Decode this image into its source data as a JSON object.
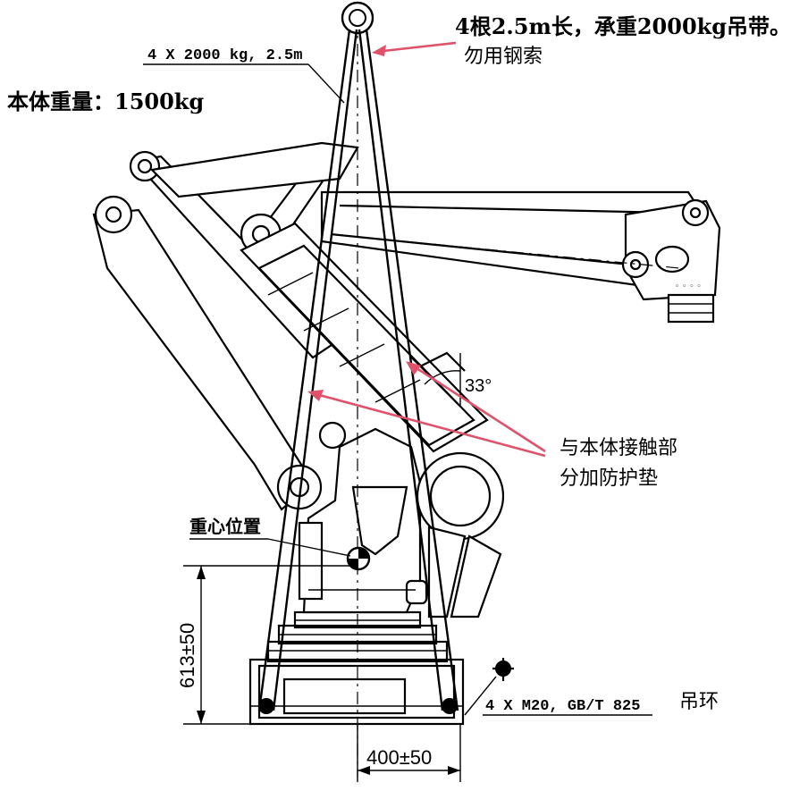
{
  "annotations": {
    "sling_note_line1": "4根2.5m长，承重2000kg吊带。",
    "sling_note_line2": "勿用钢索",
    "sling_label": "4 X 2000 kg, 2.5m",
    "body_weight": "本体重量：1500kg",
    "angle": "33°",
    "pad_note_line1": "与本体接触部",
    "pad_note_line2": "分加防护垫",
    "cog_label": "重心位置",
    "height_dim": "613±50",
    "width_dim": "400±50",
    "bolt_label": "4 X M20, GB/T 825",
    "ring_label": "吊环"
  },
  "colors": {
    "line": "#000000",
    "callout_arrow": "#e0526b",
    "background": "#ffffff"
  }
}
